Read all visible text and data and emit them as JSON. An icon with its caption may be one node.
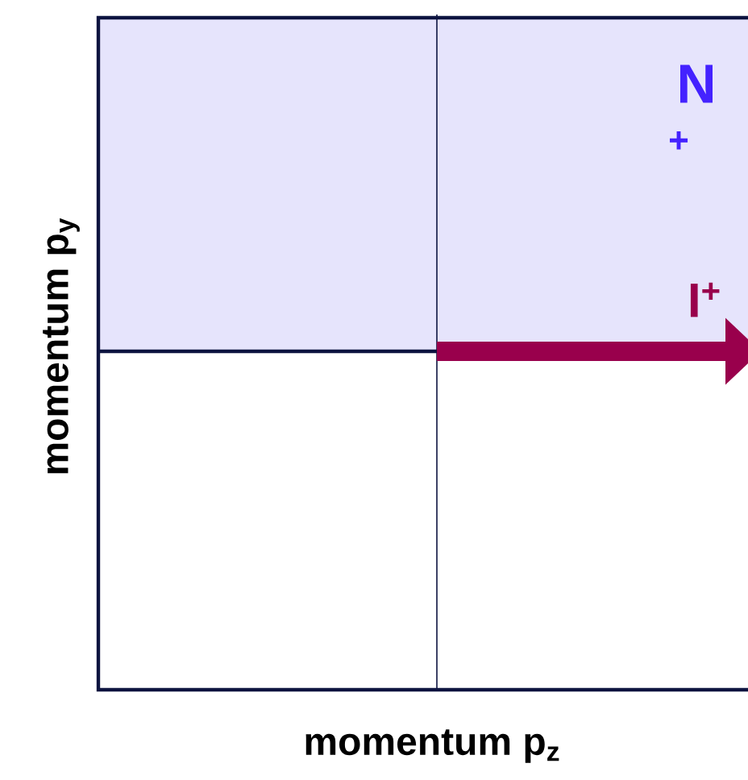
{
  "diagram": {
    "labels": [
      "N",
      "+",
      "I$^{+}$",
      "momentum p$_{y}$",
      "momentum p$_{z}$"
    ]
  }
}
